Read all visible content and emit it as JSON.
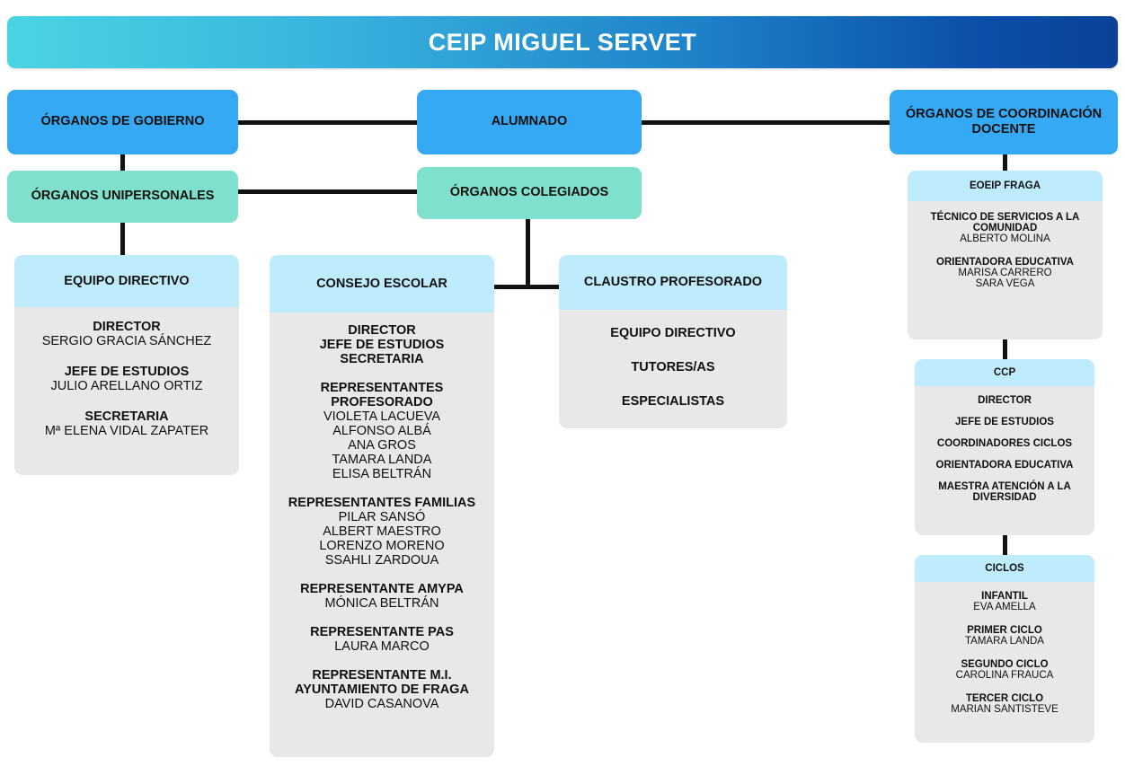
{
  "title": "CEIP MIGUEL SERVET",
  "colors": {
    "banner_start": "#4ad4e2",
    "banner_end": "#0a4298",
    "blue": "#36a9f5",
    "teal": "#7fe0cd",
    "panel_header": "#bfecfd",
    "panel_body": "#e8e8e8",
    "connector": "#111111"
  },
  "top_nodes": {
    "gobierno": "ÓRGANOS DE GOBIERNO",
    "alumnado": "ALUMNADO",
    "coordinacion": "ÓRGANOS DE COORDINACIÓN DOCENTE",
    "unipersonales": "ÓRGANOS UNIPERSONALES",
    "colegiados": "ÓRGANOS COLEGIADOS"
  },
  "equipo_directivo": {
    "header": "EQUIPO DIRECTIVO",
    "groups": [
      {
        "title": "DIRECTOR",
        "names": [
          "SERGIO GRACIA SÁNCHEZ"
        ]
      },
      {
        "title": "JEFE DE ESTUDIOS",
        "names": [
          "JULIO ARELLANO ORTIZ"
        ]
      },
      {
        "title": "SECRETARIA",
        "names": [
          "Mª ELENA VIDAL ZAPATER"
        ]
      }
    ]
  },
  "consejo_escolar": {
    "header": "CONSEJO ESCOLAR",
    "groups": [
      {
        "title": "DIRECTOR",
        "names": []
      },
      {
        "title": "JEFE DE ESTUDIOS",
        "names": []
      },
      {
        "title": "SECRETARIA",
        "names": []
      },
      {
        "title": "REPRESENTANTES PROFESORADO",
        "names": [
          "VIOLETA LACUEVA",
          "ALFONSO ALBÁ",
          "ANA GROS",
          "TAMARA LANDA",
          "ELISA BELTRÁN"
        ]
      },
      {
        "title": "REPRESENTANTES FAMILIAS",
        "names": [
          "PILAR SANSÓ",
          "ALBERT MAESTRO",
          "LORENZO MORENO",
          "SSAHLI ZARDOUA"
        ]
      },
      {
        "title": "REPRESENTANTE AMYPA",
        "names": [
          "MÓNICA BELTRÁN"
        ]
      },
      {
        "title": "REPRESENTANTE PAS",
        "names": [
          "LAURA MARCO"
        ]
      },
      {
        "title": "REPRESENTANTE M.I. AYUNTAMIENTO DE FRAGA",
        "names": [
          "DAVID CASANOVA"
        ]
      }
    ]
  },
  "claustro_profesorado": {
    "header": "CLAUSTRO PROFESORADO",
    "items": [
      "EQUIPO DIRECTIVO",
      "TUTORES/AS",
      "ESPECIALISTAS"
    ]
  },
  "eoeip_fraga": {
    "header": "EOEIP FRAGA",
    "groups": [
      {
        "title": "TÉCNICO DE SERVICIOS A LA COMUNIDAD",
        "names": [
          "ALBERTO MOLINA"
        ]
      },
      {
        "title": "ORIENTADORA EDUCATIVA",
        "names": [
          "MARISA CARRERO",
          "SARA VEGA"
        ]
      }
    ]
  },
  "ccp": {
    "header": "CCP",
    "items": [
      "DIRECTOR",
      "JEFE DE ESTUDIOS",
      "COORDINADORES CICLOS",
      "ORIENTADORA EDUCATIVA",
      "MAESTRA ATENCIÓN A LA DIVERSIDAD"
    ]
  },
  "ciclos": {
    "header": "CICLOS",
    "groups": [
      {
        "title": "INFANTIL",
        "names": [
          "EVA AMELLA"
        ]
      },
      {
        "title": "PRIMER CICLO",
        "names": [
          "TAMARA LANDA"
        ]
      },
      {
        "title": "SEGUNDO CICLO",
        "names": [
          "CAROLINA FRAUCA"
        ]
      },
      {
        "title": "TERCER CICLO",
        "names": [
          "MARIAN SANTISTEVE"
        ]
      }
    ]
  }
}
